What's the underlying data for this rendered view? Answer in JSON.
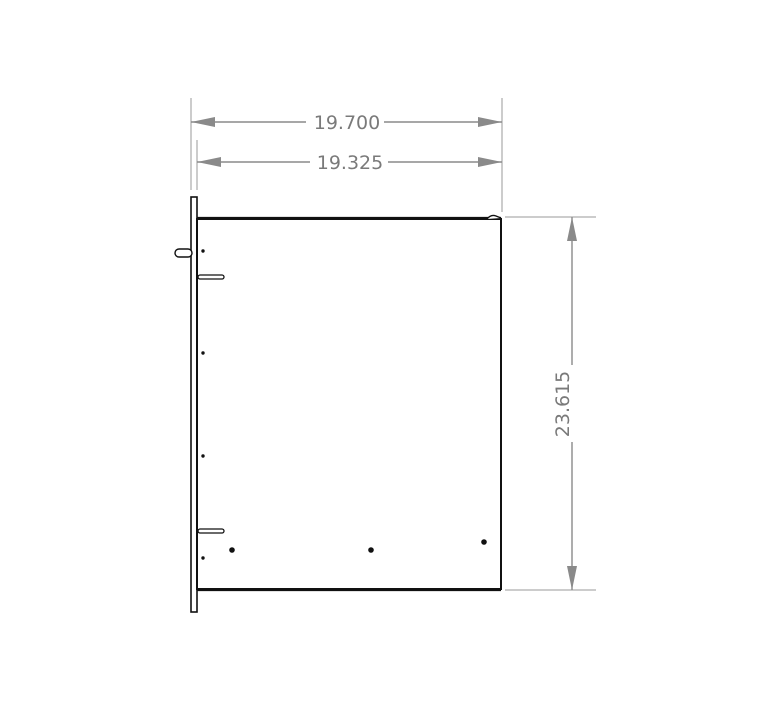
{
  "dimensions": {
    "overall_width": "19.700",
    "body_width": "19.325",
    "height": "23.615"
  },
  "colors": {
    "dimension": "#8a8a8a",
    "outline": "#111111",
    "background": "#ffffff"
  }
}
